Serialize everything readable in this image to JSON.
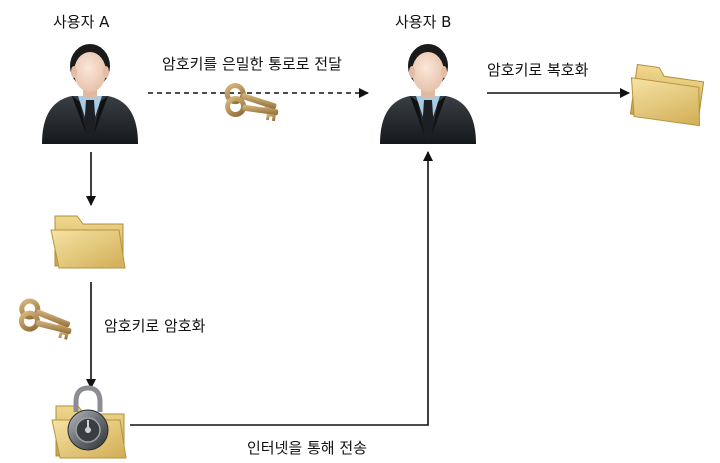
{
  "actors": {
    "user_a": "사용자 A",
    "user_b": "사용자 B"
  },
  "steps": {
    "send_key": "암호키를 은밀한 통로로 전달",
    "decrypt": "암호키로 복호화",
    "encrypt": "암호키로 암호화",
    "transmit": "인터넷을 통해 전송"
  },
  "icons": {
    "person_a": "businessman-icon",
    "person_b": "businessman-icon",
    "key_in_transit": "key-icon",
    "key_encrypt": "key-icon",
    "folder_plain": "folder-icon",
    "folder_locked": "locked-folder-icon",
    "folder_decrypted": "folder-icon"
  },
  "colors": {
    "suit": "#1e2226",
    "shirt": "#a9cbe3",
    "skin": "#f3d9c6",
    "folder": "#e2c46f",
    "key": "#b08a52",
    "lock": "#6b6f73",
    "line": "#111111"
  }
}
